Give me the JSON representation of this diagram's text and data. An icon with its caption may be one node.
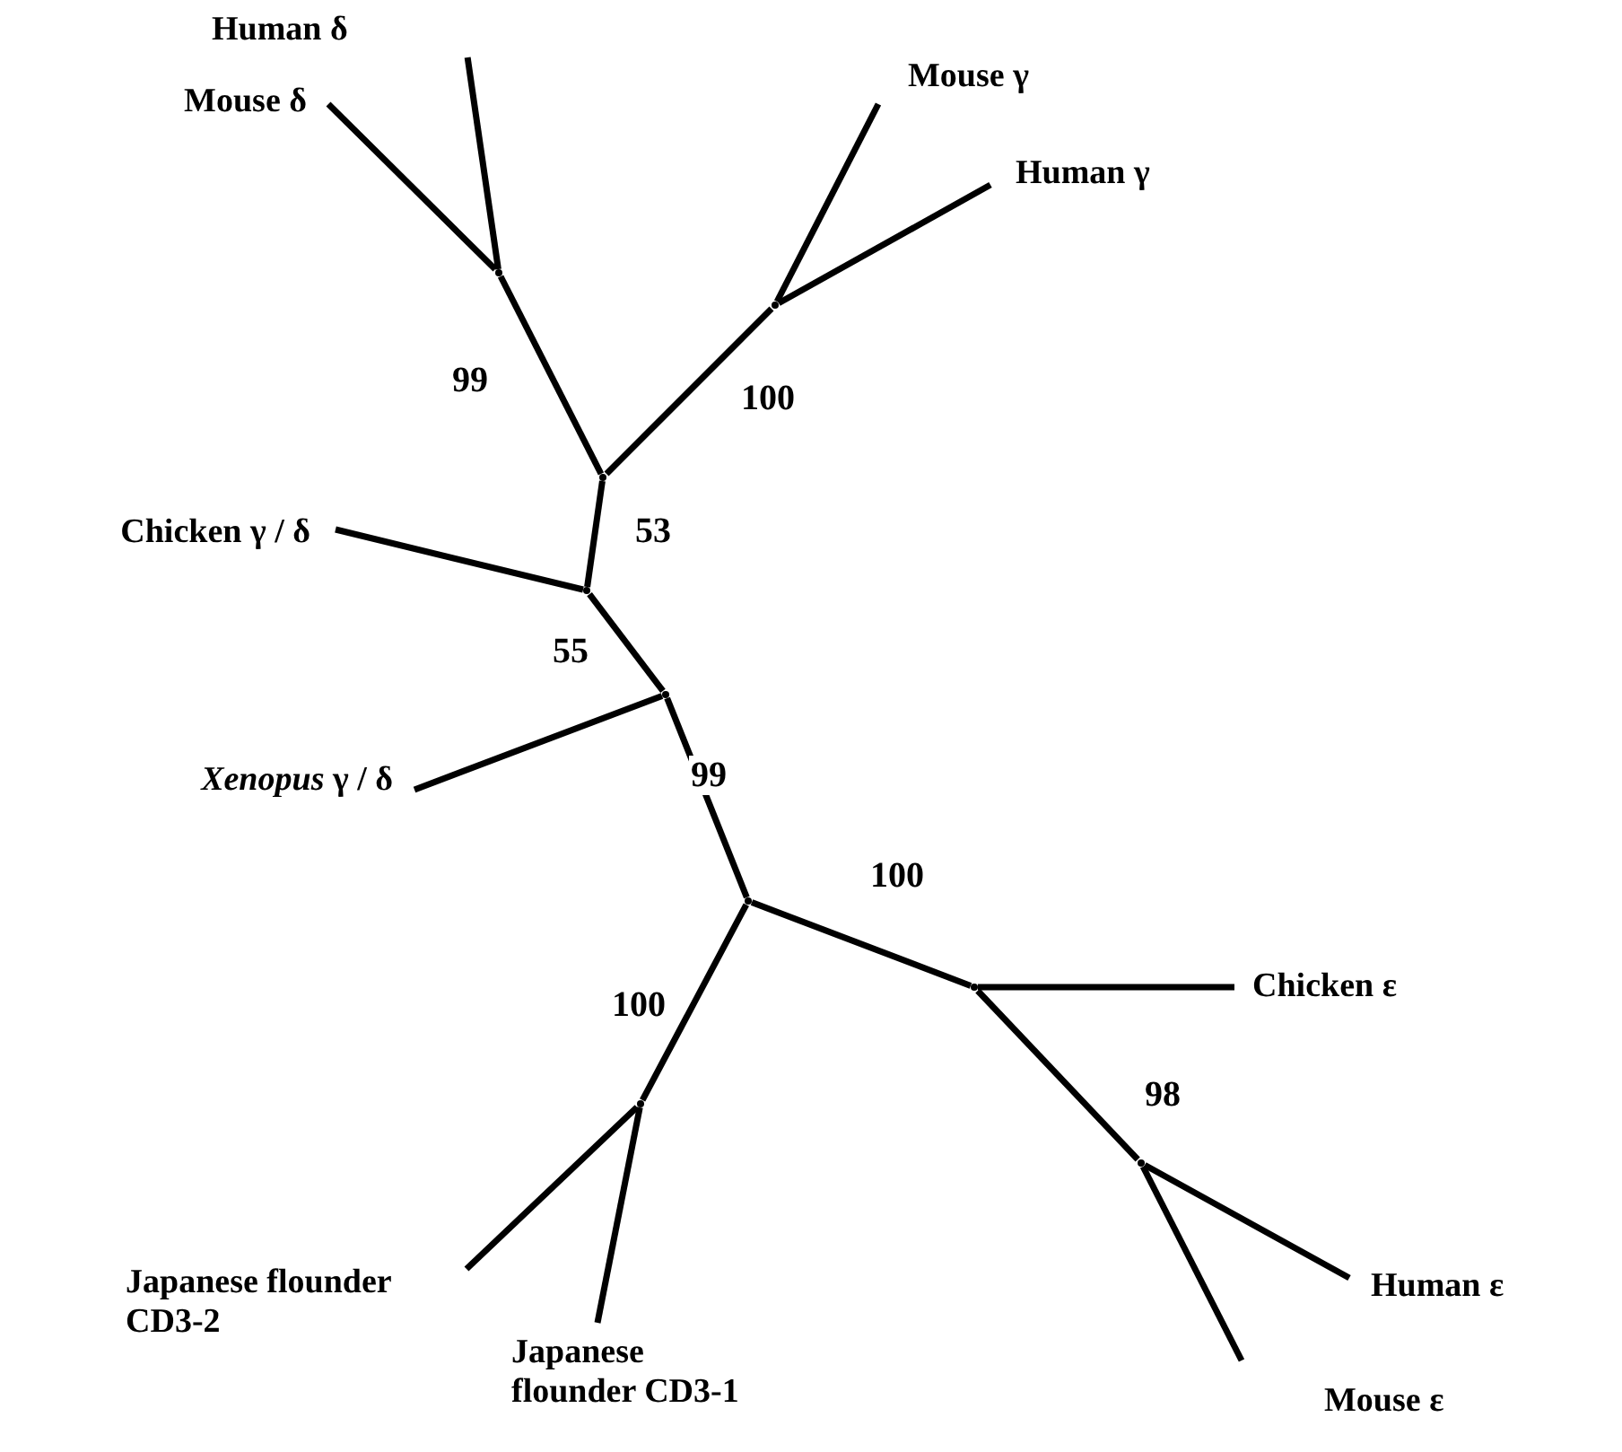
{
  "diagram": {
    "nodes": [
      {
        "text": [
          "Human δ"
        ]
      },
      {
        "text": [
          "Mouse δ"
        ]
      },
      {
        "text": [
          "Mouse γ"
        ]
      },
      {
        "text": [
          "Human  γ"
        ]
      },
      {
        "text": [],
        "shape": "point"
      },
      {
        "text": [],
        "shape": "point"
      },
      {
        "text": [],
        "shape": "point"
      },
      {
        "text": [
          "Chicken γ / δ"
        ]
      },
      {
        "text": [],
        "shape": "point"
      },
      {
        "text": [],
        "shape": "point"
      },
      {
        "text": [
          "*Xenopus* γ / δ"
        ]
      },
      {
        "text": [],
        "shape": "point"
      },
      {
        "text": [],
        "shape": "point"
      },
      {
        "text": [
          "Chicken ε"
        ]
      },
      {
        "text": [],
        "shape": "point"
      },
      {
        "text": [],
        "shape": "point"
      },
      {
        "text": [
          "Human  ε"
        ]
      },
      {
        "text": [
          "Japanese flounder CD3-2"
        ]
      },
      {
        "text": [
          "Japanese flounder CD3-1"
        ]
      },
      {
        "text": [
          "Mouse ε"
        ]
      }
    ],
    "edges": [
      {
        "from": 4,
        "to": 0,
        "arrow": "none"
      },
      {
        "from": 4,
        "to": 1,
        "arrow": "none"
      },
      {
        "from": 5,
        "to": 2,
        "arrow": "none"
      },
      {
        "from": 5,
        "to": 3,
        "arrow": "none"
      },
      {
        "from": 6,
        "to": 4,
        "arrow": "none",
        "label": "99"
      },
      {
        "from": 6,
        "to": 5,
        "arrow": "none",
        "label": "100"
      },
      {
        "from": 8,
        "to": 6,
        "arrow": "none",
        "label": "53"
      },
      {
        "from": 8,
        "to": 7,
        "arrow": "none"
      },
      {
        "from": 9,
        "to": 8,
        "arrow": "none",
        "label": "55"
      },
      {
        "from": 9,
        "to": 10,
        "arrow": "none"
      },
      {
        "from": 11,
        "to": 9,
        "arrow": "none",
        "label": "99"
      },
      {
        "from": 11,
        "to": 12,
        "arrow": "none",
        "label": "100"
      },
      {
        "from": 12,
        "to": 13,
        "arrow": "none"
      },
      {
        "from": 12,
        "to": 15,
        "arrow": "none",
        "label": "98"
      },
      {
        "from": 11,
        "to": 14,
        "arrow": "none",
        "label": "100"
      },
      {
        "from": 14,
        "to": 17,
        "arrow": "none"
      },
      {
        "from": 14,
        "to": 18,
        "arrow": "none"
      },
      {
        "from": 15,
        "to": 16,
        "arrow": "none"
      },
      {
        "from": 15,
        "to": 19,
        "arrow": "none"
      }
    ]
  }
}
